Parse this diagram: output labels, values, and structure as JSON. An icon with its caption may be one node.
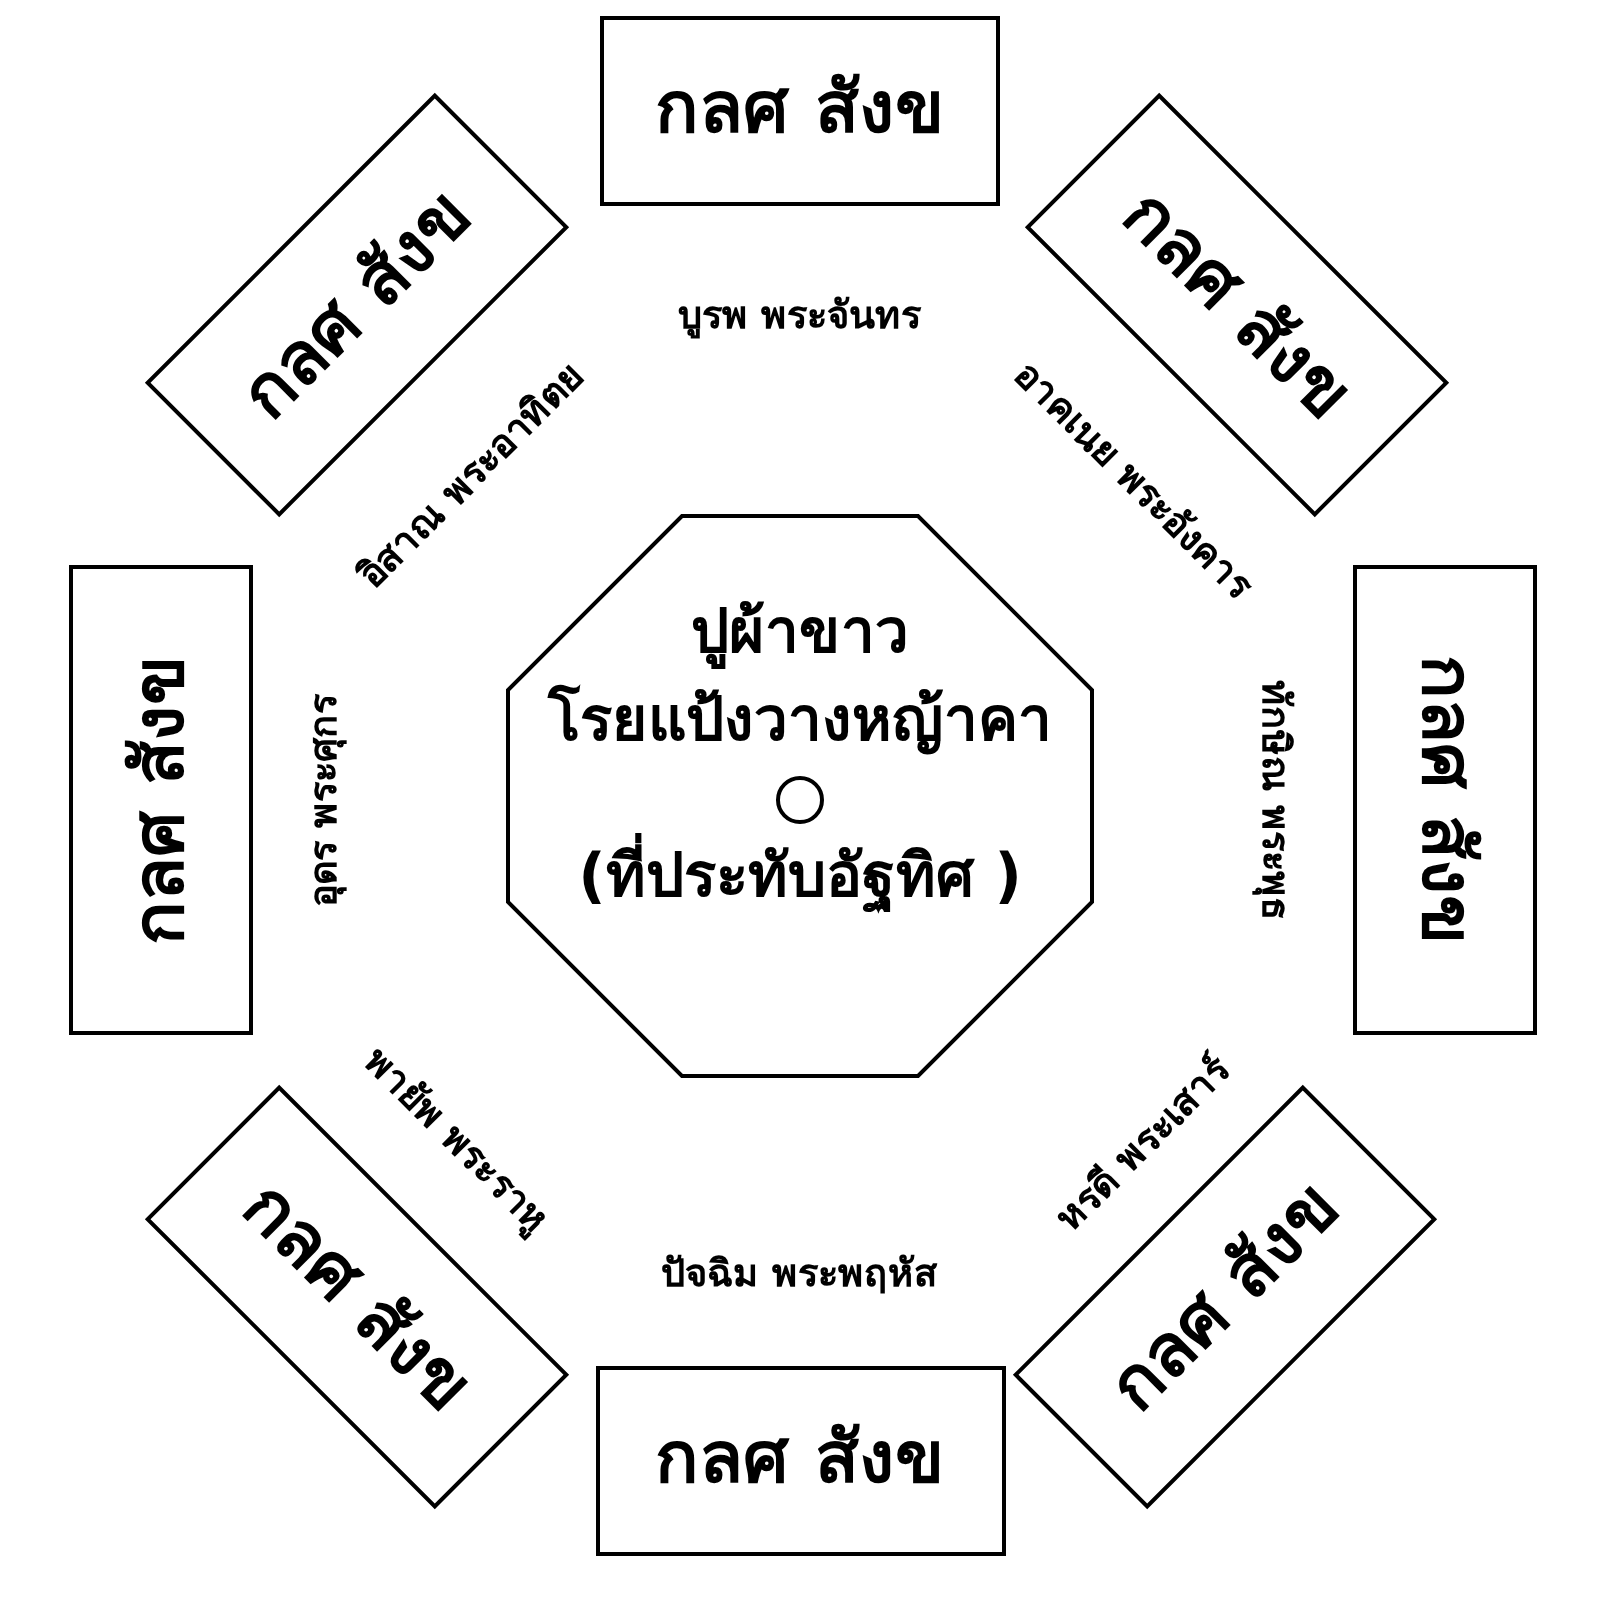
{
  "diagram": {
    "nodes": [
      {
        "text": [
          "กลศ สังข"
        ]
      },
      {
        "text": [
          "กลศ สังข"
        ]
      },
      {
        "text": [
          "กลศ สังข"
        ]
      },
      {
        "text": [
          "กลศ สังข"
        ]
      },
      {
        "text": [
          "ปูผ้าขาว",
          "โรยแป้งวางหญ้าคา",
          "(ที่ประทับอัฐทิศ )"
        ]
      },
      {
        "text": [
          "กลศ สังข"
        ]
      },
      {
        "text": [
          "กลศ สังข"
        ]
      },
      {
        "text": [
          "กลศ สังข"
        ]
      },
      {
        "text": [
          "กลศ สังข"
        ]
      }
    ],
    "labels": [
      "บูรพ พระจันทร",
      "อิสาณ พระอาทิตย",
      "อาคเนย พระอังคาร",
      "อุดร พระศุกร",
      "ทักษิณ พระพุธ",
      "พายัพ พระราหู",
      "หรดี พระเสาร์",
      "ปัจฉิม พระพฤหัส"
    ]
  }
}
